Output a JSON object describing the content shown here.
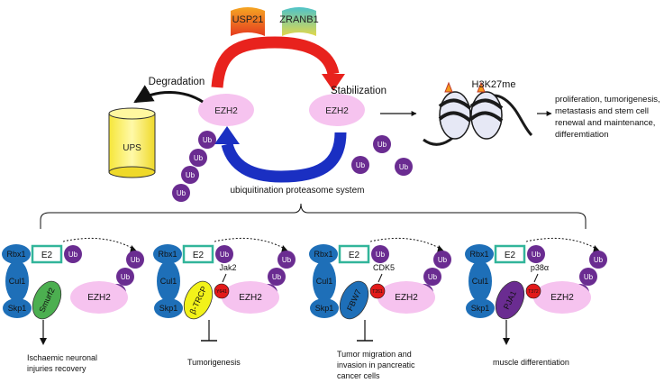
{
  "top": {
    "dub1": "USP21",
    "dub2": "ZRANB1",
    "ezh2_left": "EZH2",
    "ezh2_right": "EZH2",
    "degradation": "Degradation",
    "stabilization": "Stabilization",
    "ups": "UPS",
    "histone_mark": "H3K27me",
    "ubiquitination": "ubiquitination proteasome system",
    "outcome_lines": [
      "proliferation, tumorigenesis,",
      "metastasis and stem cell",
      "renewal and maintenance,",
      "differemtiation"
    ],
    "ub": "Ub"
  },
  "panels": [
    {
      "rbx": "Rbx1",
      "e2": "E2",
      "ub": "Ub",
      "cul": "Cul1",
      "skp": "Skp1",
      "adaptor": "Smurf2",
      "adaptor_color": "#4caf50",
      "ezh2": "EZH2",
      "kinase": "",
      "site": "",
      "outcome_lines": [
        "Ischaemic neuronal",
        "injuries recovery"
      ],
      "effect": "arrow"
    },
    {
      "rbx": "Rbx1",
      "e2": "E2",
      "ub": "Ub",
      "cul": "Cul1",
      "skp": "Skp1",
      "adaptor": "β-TRCP",
      "adaptor_color": "#f2f21a",
      "ezh2": "EZH2",
      "kinase": "Jak2",
      "site": "Y641",
      "outcome_lines": [
        "Tumorigenesis"
      ],
      "effect": "inhibit"
    },
    {
      "rbx": "Rbx1",
      "e2": "E2",
      "ub": "Ub",
      "cul": "Cul1",
      "skp": "Skp1",
      "adaptor": "FBW7",
      "adaptor_color": "#1e6fb8",
      "ezh2": "EZH2",
      "kinase": "CDK5",
      "site": "T261",
      "outcome_lines": [
        "Tumor migration and",
        "invasion in pancreatic",
        "cancer cells"
      ],
      "effect": "inhibit"
    },
    {
      "rbx": "Rbx1",
      "e2": "E2",
      "ub": "Ub",
      "cul": "Cul1",
      "skp": "Skp1",
      "adaptor": "PJA1",
      "adaptor_color": "#6a2c91",
      "ezh2": "EZH2",
      "kinase": "p38α",
      "site": "T372",
      "outcome_lines": [
        "muscle differentiation"
      ],
      "effect": "arrow"
    }
  ]
}
